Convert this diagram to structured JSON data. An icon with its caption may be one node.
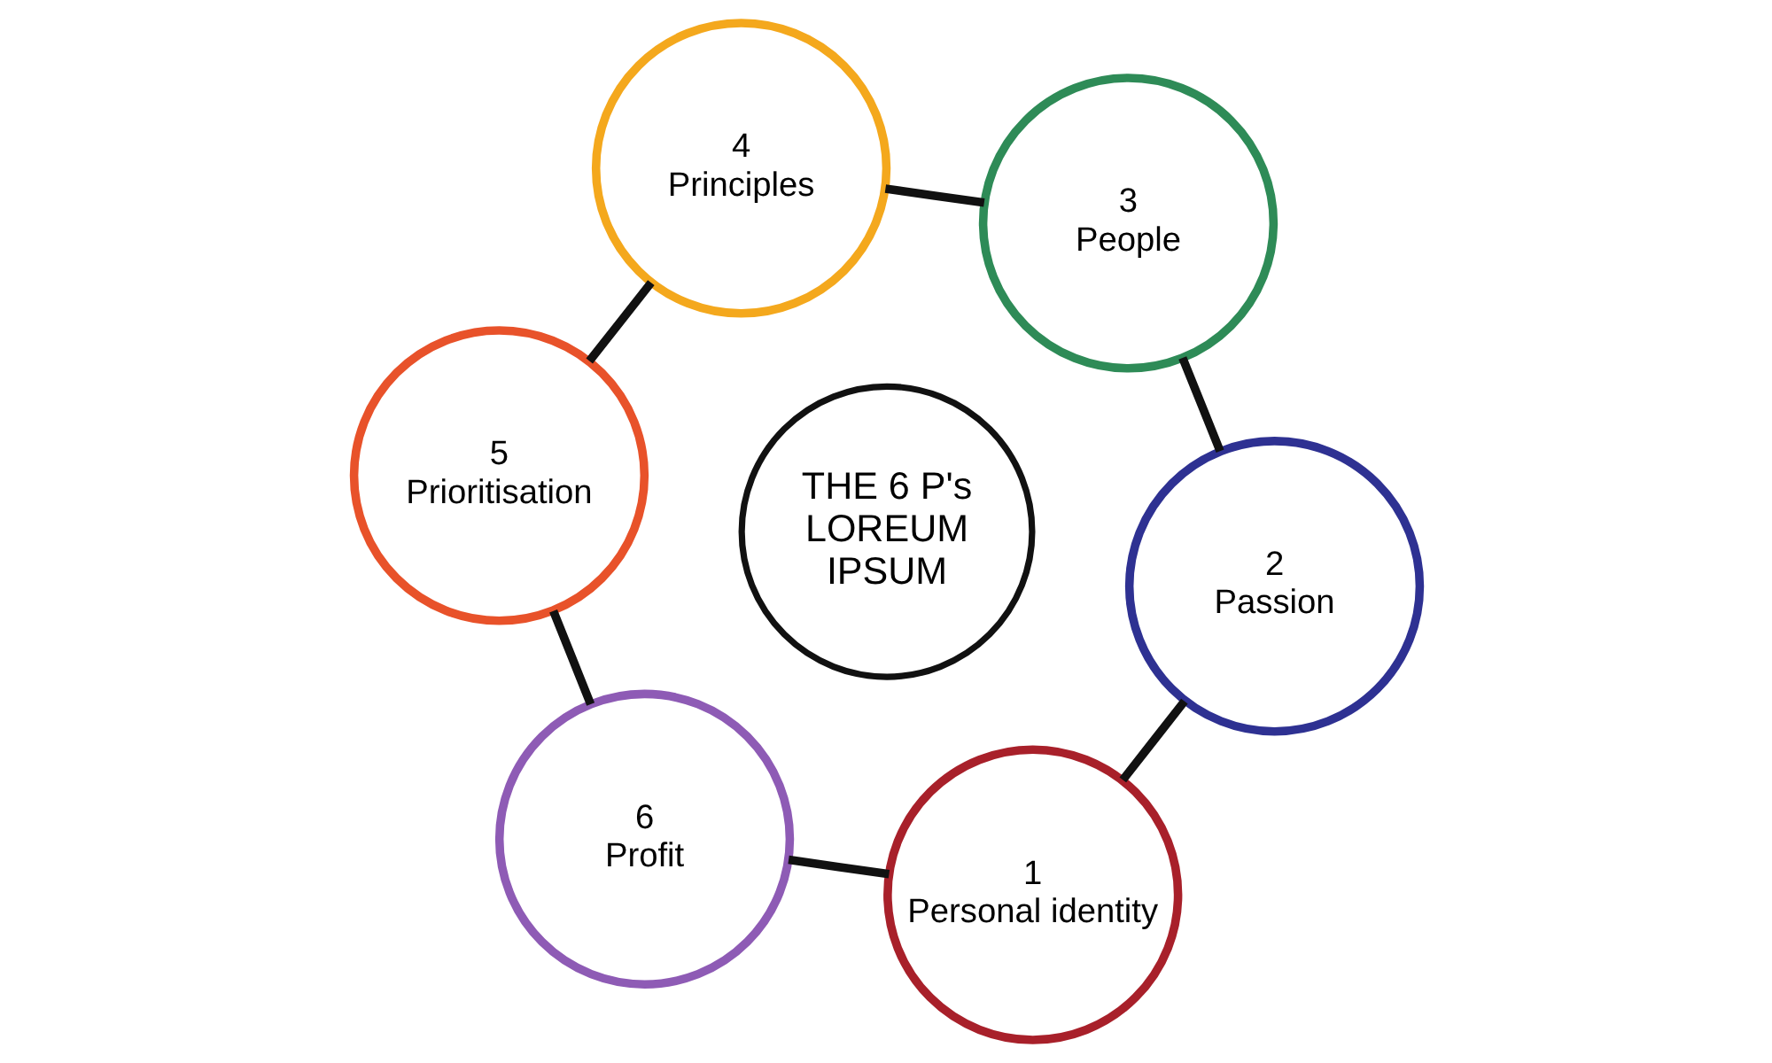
{
  "diagram": {
    "nodes": [
      {
        "text": [
          "THE 6 P's LOREUM IPSUM"
        ]
      },
      {
        "text": [
          "1",
          "Personal identity"
        ]
      },
      {
        "text": [
          "2",
          "Passion"
        ]
      },
      {
        "text": [
          "3",
          "People"
        ]
      },
      {
        "text": [
          "4",
          "Principles"
        ]
      },
      {
        "text": [
          "5",
          "Prioritisation"
        ]
      },
      {
        "text": [
          "6",
          "Profit"
        ]
      }
    ],
    "edges": [
      {
        "from": 1,
        "to": 2,
        "arrow": "none"
      },
      {
        "from": 2,
        "to": 3,
        "arrow": "none"
      },
      {
        "from": 3,
        "to": 4,
        "arrow": "none"
      },
      {
        "from": 4,
        "to": 5,
        "arrow": "none"
      },
      {
        "from": 5,
        "to": 6,
        "arrow": "none"
      },
      {
        "from": 6,
        "to": 1,
        "arrow": "none"
      }
    ]
  }
}
